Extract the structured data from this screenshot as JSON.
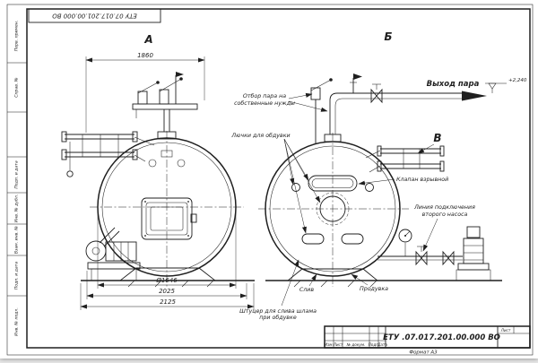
{
  "colors": {
    "paper": "#ffffff",
    "ink": "#1f1f1f",
    "background": "#e6e6e6"
  },
  "frame": {
    "stamp_top": "ЕТУ 07.017.201.00.000 ВО",
    "side_labels": [
      "Перв. примен.",
      "Справ. №",
      "Подп. и дата",
      "Инв. № дубл.",
      "Взам. инв. №",
      "Подп. и дата",
      "Инв. № подл."
    ],
    "format_label": "Формат А3"
  },
  "title_block": {
    "doc_number": "ЕТУ .07.017.201.00.000  ВО",
    "columns": [
      "Изм.",
      "Лист",
      "№ докум.",
      "Подп.",
      "Дата"
    ],
    "sheet_label": "Лист"
  },
  "views": {
    "a": "А",
    "b": "Б",
    "v": "В"
  },
  "dimensions": {
    "top_width": "1860",
    "shell_diameter": "Ø1646",
    "width_mid": "2025",
    "width_total": "2125",
    "elevation": "+2,240"
  },
  "callouts": {
    "steam_out": "Выход пара",
    "steam_tap": [
      "Отбор пара на",
      "собственные нужды"
    ],
    "hatches": "Лючки для обдувки",
    "explosion_valve": "Клапан взрывной",
    "second_pump": [
      "Линия подключения",
      "второго насоса"
    ],
    "drain": "Слив",
    "blowdown": "Продувка",
    "sludge_fitting": [
      "Штуцер для слива шлама",
      "при обдувке"
    ]
  }
}
